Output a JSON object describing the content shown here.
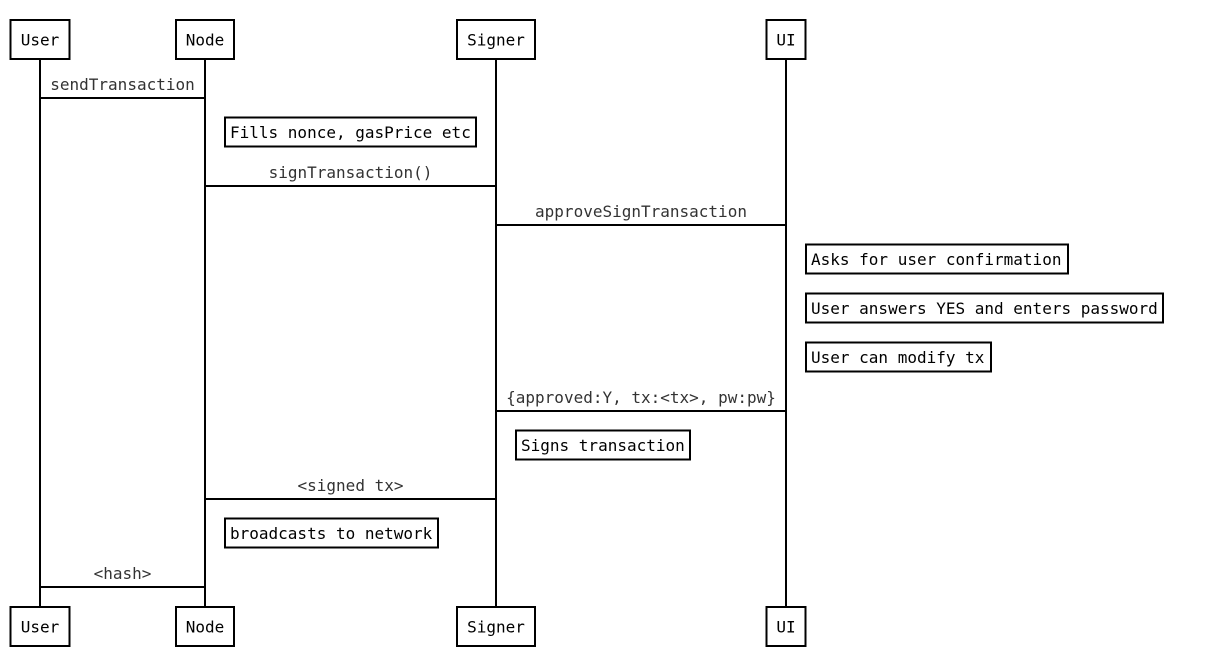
{
  "diagram": {
    "type": "sequence",
    "actors": [
      "User",
      "Node",
      "Signer",
      "UI"
    ],
    "steps": [
      {
        "kind": "message",
        "from": "User",
        "to": "Node",
        "label": "sendTransaction"
      },
      {
        "kind": "note",
        "over": "Node",
        "label": "Fills nonce, gasPrice etc"
      },
      {
        "kind": "message",
        "from": "Node",
        "to": "Signer",
        "label": "signTransaction()"
      },
      {
        "kind": "message",
        "from": "Signer",
        "to": "UI",
        "label": "approveSignTransaction"
      },
      {
        "kind": "note",
        "over": "UI",
        "label": "Asks for user confirmation"
      },
      {
        "kind": "note",
        "over": "UI",
        "label": "User answers YES and enters password"
      },
      {
        "kind": "note",
        "over": "UI",
        "label": "User can modify tx"
      },
      {
        "kind": "message",
        "from": "UI",
        "to": "Signer",
        "label": "{approved:Y, tx:<tx>, pw:pw}"
      },
      {
        "kind": "note",
        "over": "Signer",
        "label": "Signs transaction"
      },
      {
        "kind": "message",
        "from": "Signer",
        "to": "Node",
        "label": "<signed tx>"
      },
      {
        "kind": "note",
        "over": "Node",
        "label": "broadcasts to network"
      },
      {
        "kind": "message",
        "from": "Node",
        "to": "User",
        "label": "<hash>"
      }
    ]
  }
}
